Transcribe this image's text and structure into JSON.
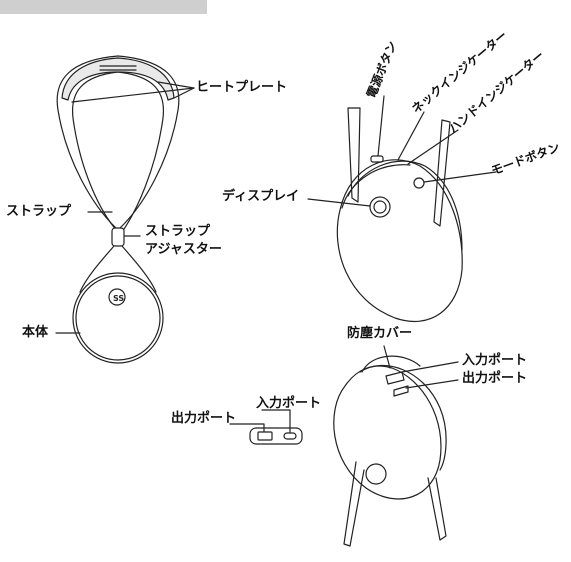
{
  "labels": {
    "heat_plate": "ヒートプレート",
    "strap": "ストラップ",
    "strap_adjuster_1": "ストラップ",
    "strap_adjuster_2": "アジャスター",
    "body": "本体",
    "power_button": "電源ボタン",
    "neck_indicator": "ネックインジケーター",
    "hand_indicator": "ハンドインジケーター",
    "mode_button": "モードボタン",
    "display": "ディスプレイ",
    "dust_cover": "防塵カバー",
    "input_port_right": "入力ポート",
    "output_port_right": "出力ポート",
    "input_port_small": "入力ポート",
    "output_port_small": "出力ポート"
  },
  "device_logo": "SS",
  "colors": {
    "line": "#222222",
    "header_bar": "#cfcfcf"
  }
}
